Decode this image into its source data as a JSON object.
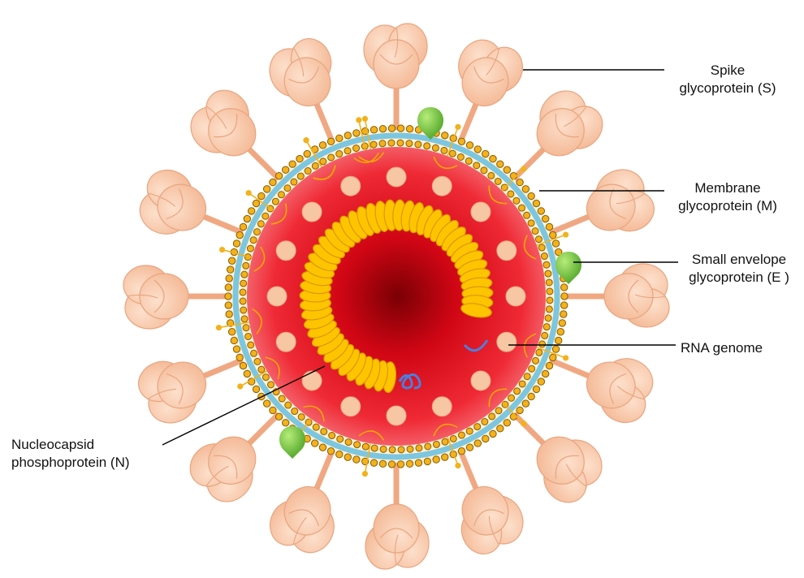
{
  "labels": {
    "spike": {
      "line1": "Spike",
      "line2": "glycoprotein (S)"
    },
    "membrane": {
      "line1": "Membrane",
      "line2": "glycoprotein (M)"
    },
    "envelope": {
      "line1": "Small envelope",
      "line2": "glycoprotein (E )"
    },
    "rna": {
      "line1": "RNA genome"
    },
    "nucleocapsid": {
      "line1": "Nucleocapsid",
      "line2": "phosphoprotein (N)"
    }
  },
  "colors": {
    "spike_head": "#f7c6a3",
    "spike_outline": "#e8a57f",
    "spike_stalk": "#f0a882",
    "core_center": "#8a0005",
    "core_mid": "#e0101e",
    "core_edge": "#f06a6f",
    "membrane_blue": "#7cc6e0",
    "lipid_head": "#f2b21c",
    "nucleocapsid": "#ffc400",
    "envelope_protein": "#7cc84a",
    "rna": "#4a7fe0",
    "label_text": "#111111"
  }
}
